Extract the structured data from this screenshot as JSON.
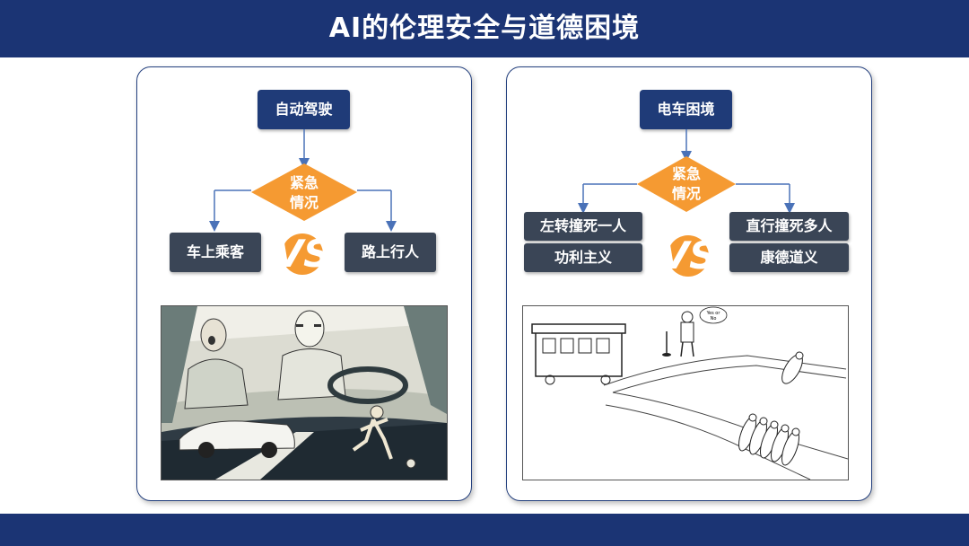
{
  "title": "AI的伦理安全与道德困境",
  "left": {
    "top_label": "自动驾驶",
    "diamond_line1": "紧急",
    "diamond_line2": "情况",
    "option_left": "车上乘客",
    "option_right": "路上行人",
    "vs": "VS"
  },
  "right": {
    "top_label": "电车困境",
    "diamond_line1": "紧急",
    "diamond_line2": "情况",
    "left_option_1": "左转撞死一人",
    "left_option_2": "功利主义",
    "right_option_1": "直行撞死多人",
    "right_option_2": "康德道义",
    "vs": "VS",
    "bubble_text_1": "Yes or",
    "bubble_text_2": "No"
  },
  "colors": {
    "navy": "#1b3474",
    "box_blue": "#1f3b78",
    "box_gray": "#3a4556",
    "accent_orange": "#f59a32"
  }
}
